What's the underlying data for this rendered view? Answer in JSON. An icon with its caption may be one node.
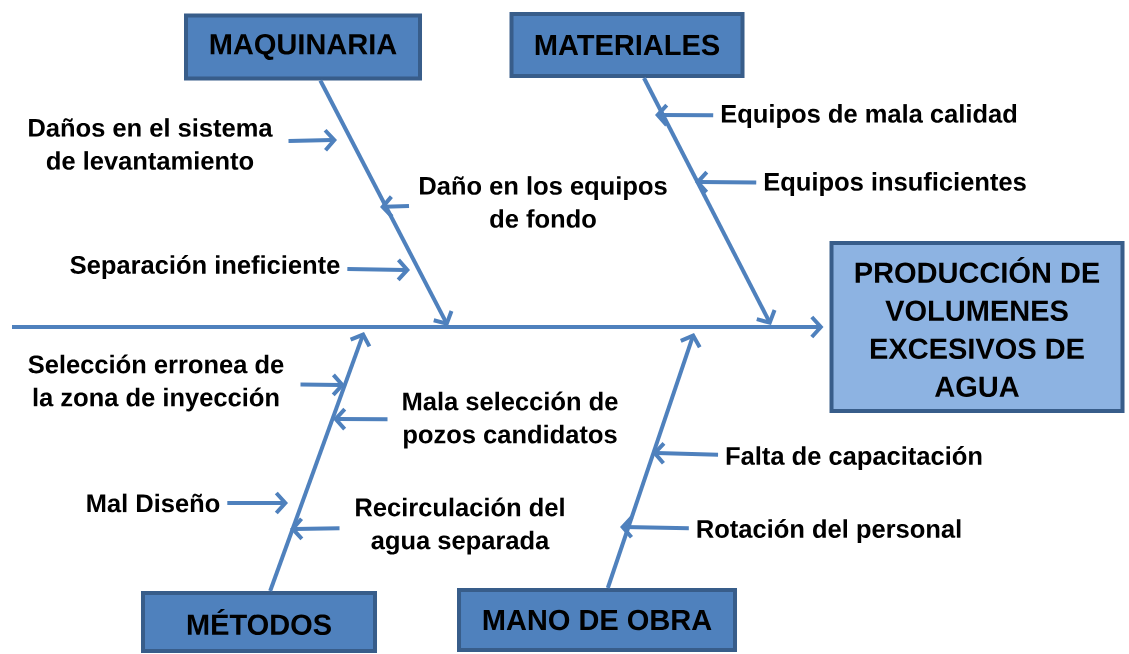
{
  "diagram": {
    "nodes": [
      {
        "text": [
          "MAQUINARIA"
        ]
      },
      {
        "text": [
          "MATERIALES"
        ]
      },
      {
        "text": [
          "PRODUCCIÓN DE VOLUMENES EXCESIVOS DE AGUA"
        ]
      },
      {
        "text": [
          "MÉTODOS"
        ]
      },
      {
        "text": [
          "MANO DE OBRA"
        ]
      },
      {
        "text": [
          "Daños en el sistema de levantamiento"
        ]
      },
      {
        "text": [
          "Daño en los equipos de fondo"
        ]
      },
      {
        "text": [
          "Separación ineficiente"
        ]
      },
      {
        "text": [
          "Equipos de mala calidad"
        ]
      },
      {
        "text": [
          "Equipos insuficientes"
        ]
      },
      {
        "text": [
          "Selección erronea de la zona de inyección"
        ]
      },
      {
        "text": [
          "Mala selección de pozos candidatos"
        ]
      },
      {
        "text": [
          "Mal Diseño"
        ]
      },
      {
        "text": [
          "Recirculación del agua separada"
        ]
      },
      {
        "text": [
          "Falta de capacitación"
        ]
      },
      {
        "text": [
          "Rotación del personal"
        ]
      }
    ],
    "edges": [
      {
        "from": null,
        "to": 2,
        "arrow": "to"
      },
      {
        "from": 0,
        "to": null,
        "arrow": "to"
      },
      {
        "from": 1,
        "to": null,
        "arrow": "to"
      },
      {
        "from": 3,
        "to": null,
        "arrow": "to"
      },
      {
        "from": 4,
        "to": null,
        "arrow": "to"
      },
      {
        "from": 5,
        "to": null,
        "arrow": "to"
      },
      {
        "from": 6,
        "to": null,
        "arrow": "to"
      },
      {
        "from": 7,
        "to": null,
        "arrow": "to"
      },
      {
        "from": 8,
        "to": null,
        "arrow": "to"
      },
      {
        "from": 9,
        "to": null,
        "arrow": "to"
      },
      {
        "from": 10,
        "to": null,
        "arrow": "to"
      },
      {
        "from": 11,
        "to": null,
        "arrow": "to"
      },
      {
        "from": 12,
        "to": null,
        "arrow": "to"
      },
      {
        "from": 13,
        "to": null,
        "arrow": "to"
      },
      {
        "from": 14,
        "to": null,
        "arrow": "to"
      },
      {
        "from": 15,
        "to": null,
        "arrow": "to"
      }
    ]
  }
}
